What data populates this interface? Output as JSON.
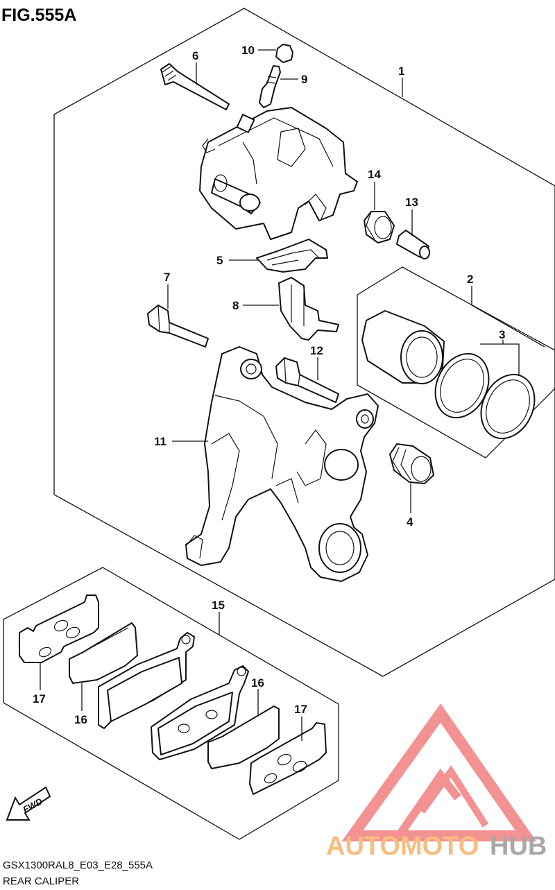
{
  "figure": {
    "title": "FIG.555A",
    "code": "GSX1300RAL8_E03_E28_555A",
    "name": "REAR CALIPER"
  },
  "callouts": [
    "1",
    "2",
    "3",
    "4",
    "5",
    "6",
    "7",
    "8",
    "9",
    "10",
    "11",
    "12",
    "13",
    "14",
    "15",
    "16",
    "16",
    "17",
    "17"
  ],
  "fwd_label": "FWD",
  "watermark": {
    "part1": "AUTOMOTO",
    "part2": "HUB",
    "colors": {
      "triangle": "#f08080",
      "text_orange": "#f6b36a",
      "text_gray": "#9a9a9a"
    }
  }
}
